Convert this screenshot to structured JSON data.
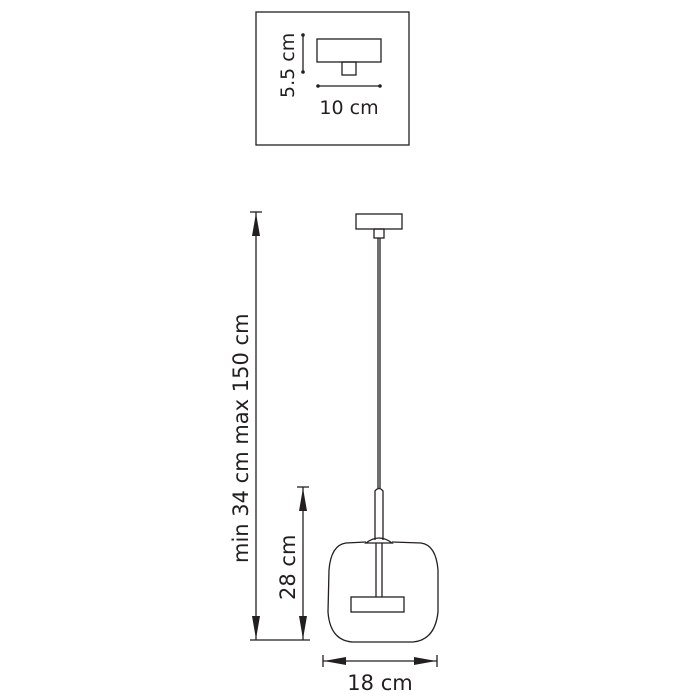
{
  "diagram": {
    "type": "product-dimension-drawing",
    "subject": "pendant lamp",
    "line_color": "#231f20",
    "canopy_inset": {
      "height_label": "5.5 cm",
      "width_label": "10 cm"
    },
    "dimensions": {
      "total_height_label": "min 34 cm max 150 cm",
      "shade_height_label": "28 cm",
      "shade_width_label": "18 cm"
    }
  }
}
